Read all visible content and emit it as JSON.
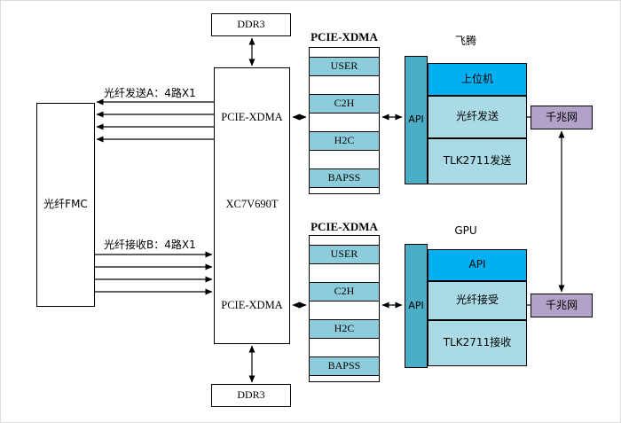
{
  "colors": {
    "stack_row_teal": "#8DCDDB",
    "group_row_teal": "#AADAE5",
    "api_bar_teal": "#4BACC6",
    "highlight_blue": "#00B0F0",
    "network_purple": "#B3A2C7"
  },
  "ddr3_top": {
    "label": "DDR3"
  },
  "ddr3_bottom": {
    "label": "DDR3"
  },
  "fmc": {
    "label": "光纤FMC"
  },
  "fpga": {
    "pcie_top": "PCIE-XDMA",
    "chip": "XC7V690T",
    "pcie_bottom": "PCIE-XDMA"
  },
  "links": {
    "send_label": "光纤发送A：4路X1",
    "recv_label": "光纤接收B：4路X1"
  },
  "stack_top": {
    "title": "PCIE-XDMA",
    "rows": [
      "USER",
      "C2H",
      "H2C",
      "BAPSS"
    ]
  },
  "stack_bottom": {
    "title": "PCIE-XDMA",
    "rows": [
      "USER",
      "C2H",
      "H2C",
      "BAPSS"
    ]
  },
  "feiteng": {
    "title": "飞腾",
    "api": "API",
    "rows": [
      "上位机",
      "光纤发送",
      "TLK2711发送"
    ]
  },
  "gpu": {
    "title": "GPU",
    "api": "API",
    "rows": [
      "API",
      "光纤接受",
      "TLK2711接收"
    ]
  },
  "net_top": {
    "label": "千兆网"
  },
  "net_bottom": {
    "label": "千兆网"
  }
}
